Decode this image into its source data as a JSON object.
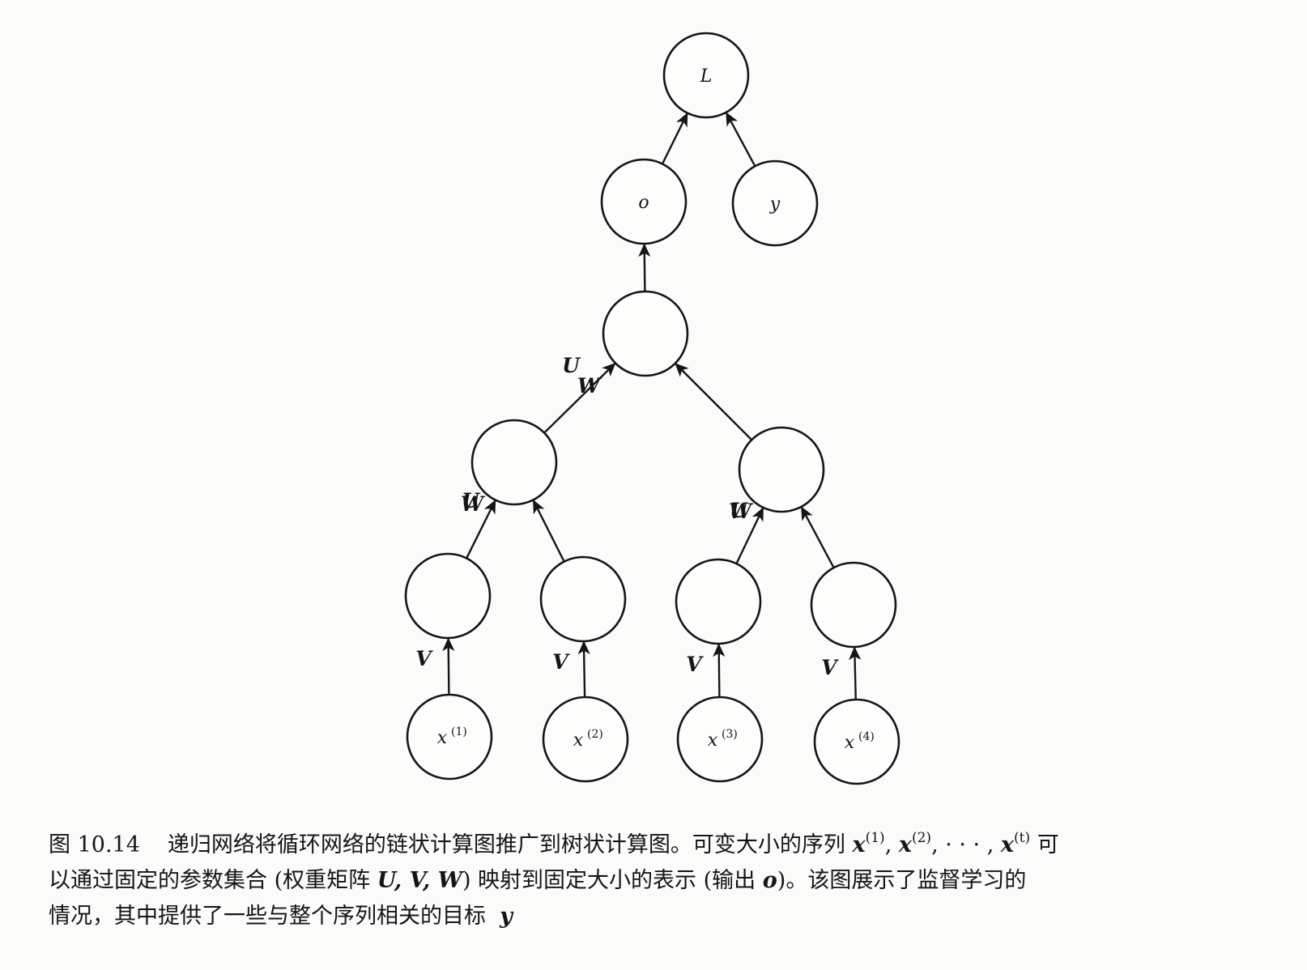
{
  "diagram": {
    "nodes": [
      {
        "id": "L",
        "label": "L",
        "sup": ""
      },
      {
        "id": "o",
        "label": "o",
        "sup": ""
      },
      {
        "id": "y",
        "label": "y",
        "sup": ""
      },
      {
        "id": "root",
        "label": "",
        "sup": ""
      },
      {
        "id": "h_left",
        "label": "",
        "sup": ""
      },
      {
        "id": "h_right",
        "label": "",
        "sup": ""
      },
      {
        "id": "h1",
        "label": "",
        "sup": ""
      },
      {
        "id": "h2",
        "label": "",
        "sup": ""
      },
      {
        "id": "h3",
        "label": "",
        "sup": ""
      },
      {
        "id": "h4",
        "label": "",
        "sup": ""
      },
      {
        "id": "x1",
        "label": "x",
        "sup": "(1)"
      },
      {
        "id": "x2",
        "label": "x",
        "sup": "(2)"
      },
      {
        "id": "x3",
        "label": "x",
        "sup": "(3)"
      },
      {
        "id": "x4",
        "label": "x",
        "sup": "(4)"
      }
    ],
    "edges": [
      {
        "from": "o",
        "to": "L",
        "label": ""
      },
      {
        "from": "y",
        "to": "L",
        "label": ""
      },
      {
        "from": "root",
        "to": "o",
        "label": ""
      },
      {
        "from": "h_left",
        "to": "root",
        "label": "U"
      },
      {
        "from": "h_right",
        "to": "root",
        "label": "W"
      },
      {
        "from": "h1",
        "to": "h_left",
        "label": "U"
      },
      {
        "from": "h2",
        "to": "h_left",
        "label": "W"
      },
      {
        "from": "h3",
        "to": "h_right",
        "label": "U"
      },
      {
        "from": "h4",
        "to": "h_right",
        "label": "W"
      },
      {
        "from": "x1",
        "to": "h1",
        "label": "V"
      },
      {
        "from": "x2",
        "to": "h2",
        "label": "V"
      },
      {
        "from": "x3",
        "to": "h3",
        "label": "V"
      },
      {
        "from": "x4",
        "to": "h4",
        "label": "V"
      }
    ]
  },
  "caption": {
    "figure_number": "图 10.14",
    "line1_text": "递归网络将循环网络的链状计算图推广到树状计算图。可变大小的序列",
    "seq_symbol": "x",
    "seq_sup1": "(1)",
    "seq_sup2": "(2)",
    "seq_ellipsis": ", · · · ,",
    "seq_supt": "(t)",
    "line1_end": "可",
    "line2_a": "以通过固定的参数集合 (权重矩阵",
    "matrices": "U, V, W",
    "line2_b": ") 映射到固定大小的表示 (输出",
    "output_symbol": "o",
    "line2_c": ")。该图展示了监督学习的",
    "line3_a": "情况，其中提供了一些与整个序列相关的目标",
    "target_symbol": "y"
  }
}
